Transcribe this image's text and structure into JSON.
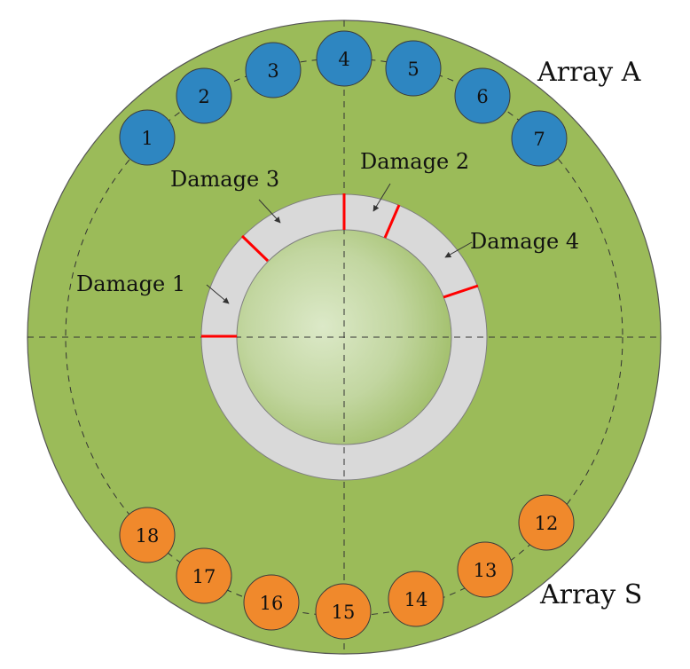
{
  "labels": {
    "array_a": "Array A",
    "array_s": "Array S"
  },
  "sensors_a": [
    "1",
    "2",
    "3",
    "4",
    "5",
    "6",
    "7"
  ],
  "sensors_s": [
    "12",
    "13",
    "14",
    "15",
    "16",
    "17",
    "18"
  ],
  "damages": [
    "Damage 1",
    "Damage 2",
    "Damage 3",
    "Damage 4"
  ],
  "colors": {
    "plate": "#9bbb59",
    "plate_stroke": "#555555",
    "ring": "#d9d9d9",
    "hole_center": "#d8e6c2",
    "hole_edge": "#9bbb59",
    "sensor_a": "#2e86c1",
    "sensor_s": "#f0892c",
    "damage_mark": "#ff0000",
    "guide_line": "#333333"
  }
}
